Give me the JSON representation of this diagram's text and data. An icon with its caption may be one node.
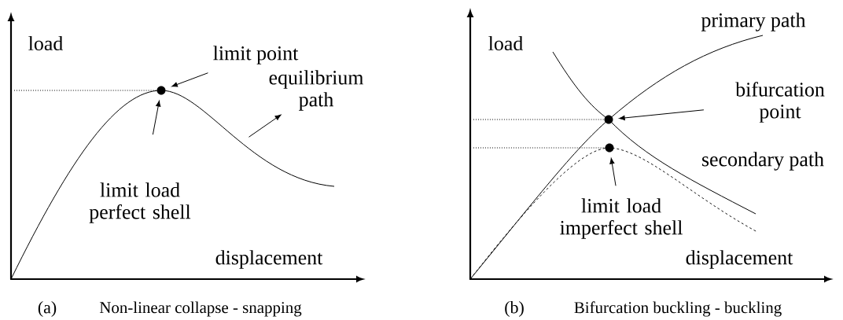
{
  "diagram": {
    "nodes": [
      {
        "text": [
          "limit point"
        ]
      },
      {
        "text": [],
        "shape": "circle"
      },
      {
        "text": [
          "limit load perfect shell"
        ]
      },
      {
        "text": [
          "equilibrium path"
        ]
      },
      {
        "text": [
          "bifurcation point"
        ]
      },
      {
        "text": [],
        "shape": "circle"
      },
      {
        "text": [],
        "shape": "circle"
      },
      {
        "text": [
          "limit load imperfect shell"
        ]
      }
    ],
    "edges": [
      {
        "from": 0,
        "to": 1,
        "arrow": "to"
      },
      {
        "from": 2,
        "to": 1,
        "arrow": "to"
      },
      {
        "from": null,
        "to": 3,
        "arrow": "to"
      },
      {
        "from": 4,
        "to": 5,
        "arrow": "to"
      },
      {
        "from": 7,
        "to": 6,
        "arrow": "to"
      }
    ],
    "labels": [
      "load",
      "displacement",
      "(a)",
      "Non-linear collapse - snapping",
      "load",
      "primary path",
      "secondary path",
      "displacement",
      "(b)",
      "Bifurcation buckling - buckling"
    ]
  }
}
